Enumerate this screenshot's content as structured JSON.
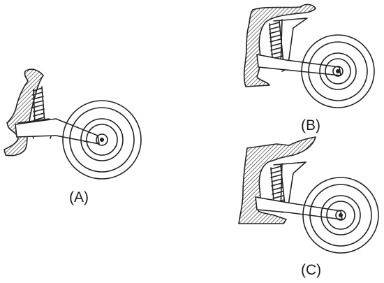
{
  "figure": {
    "labels": {
      "a": "(A)",
      "b": "(B)",
      "c": "(C)"
    }
  }
}
